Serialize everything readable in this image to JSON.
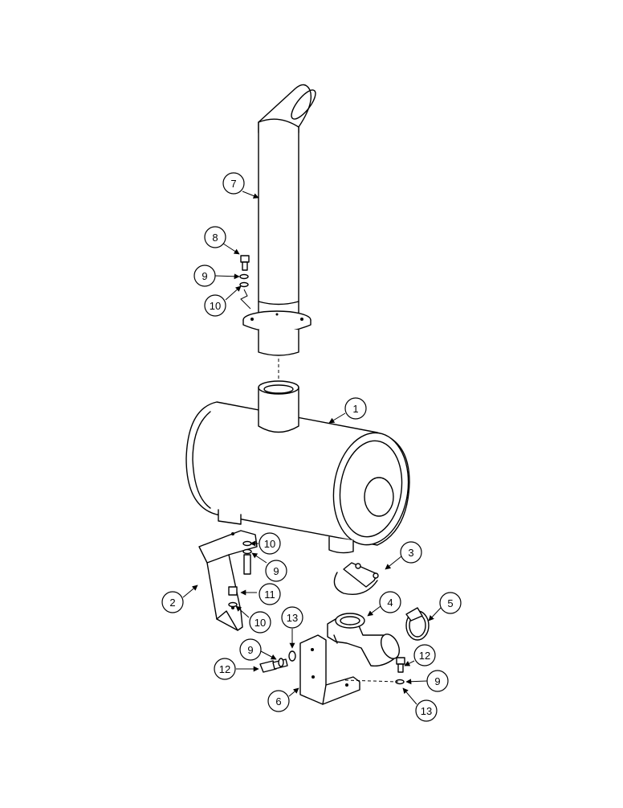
{
  "callouts": [
    {
      "id": "c1",
      "label": "1"
    },
    {
      "id": "c2",
      "label": "2"
    },
    {
      "id": "c3",
      "label": "3"
    },
    {
      "id": "c4",
      "label": "4"
    },
    {
      "id": "c5",
      "label": "5"
    },
    {
      "id": "c6",
      "label": "6"
    },
    {
      "id": "c7",
      "label": "7"
    },
    {
      "id": "c8",
      "label": "8"
    },
    {
      "id": "c9a",
      "label": "9"
    },
    {
      "id": "c9b",
      "label": "9"
    },
    {
      "id": "c9c",
      "label": "9"
    },
    {
      "id": "c9d",
      "label": "9"
    },
    {
      "id": "c10a",
      "label": "10"
    },
    {
      "id": "c10b",
      "label": "10"
    },
    {
      "id": "c10c",
      "label": "10"
    },
    {
      "id": "c11",
      "label": "11"
    },
    {
      "id": "c12a",
      "label": "12"
    },
    {
      "id": "c12b",
      "label": "12"
    },
    {
      "id": "c13a",
      "label": "13"
    },
    {
      "id": "c13b",
      "label": "13"
    }
  ]
}
